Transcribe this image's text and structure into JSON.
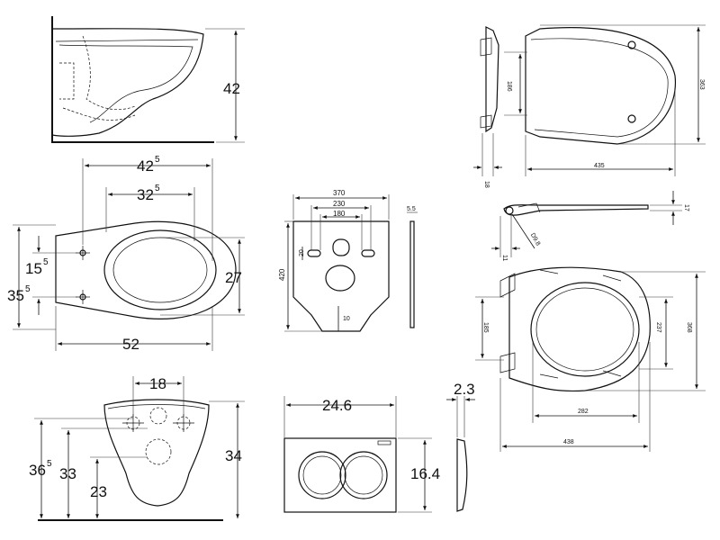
{
  "side_view": {
    "height": "42"
  },
  "top_view": {
    "width_main": "42",
    "width_main_sup": "5",
    "width_inner": "32",
    "width_inner_sup": "5",
    "offset_a": "15",
    "offset_a_sup": "5",
    "offset_b": "35",
    "offset_b_sup": "5",
    "bowl_width": "27",
    "length": "52"
  },
  "front_view": {
    "hole_spacing": "18",
    "h_total": "36",
    "h_total_sup": "5",
    "h_mid": "33",
    "h_low": "23",
    "h_right": "34"
  },
  "mat": {
    "w_total": "370",
    "w_mid": "230",
    "w_inner": "180",
    "height": "420",
    "hole": "20",
    "drain": "10",
    "thickness": "5.5"
  },
  "flush_plate": {
    "width": "24.6",
    "height": "16.4",
    "depth": "2.3"
  },
  "seat_top": {
    "depth": "186",
    "width": "435",
    "length": "363",
    "thickness": "18"
  },
  "hinge": {
    "height": "17",
    "offset": "11",
    "diameter": "D9.8"
  },
  "seat_bottom": {
    "a": "185",
    "b": "237",
    "c": "368",
    "inner": "282",
    "outer": "438"
  }
}
